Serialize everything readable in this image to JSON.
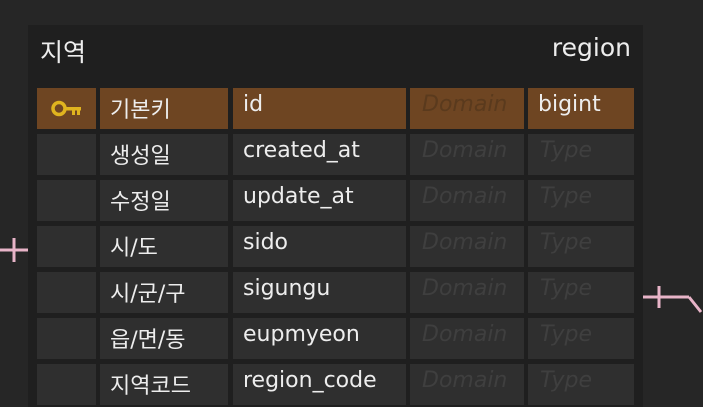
{
  "entity": {
    "logical_name": "지역",
    "physical_name": "region"
  },
  "columns": [
    {
      "logical": "기본키",
      "physical": "id",
      "domain": "Domain",
      "type": "bigint",
      "primary_key": true
    },
    {
      "logical": "생성일",
      "physical": "created_at",
      "domain": "Domain",
      "type": "Type",
      "primary_key": false
    },
    {
      "logical": "수정일",
      "physical": "update_at",
      "domain": "Domain",
      "type": "Type",
      "primary_key": false
    },
    {
      "logical": "시/도",
      "physical": "sido",
      "domain": "Domain",
      "type": "Type",
      "primary_key": false
    },
    {
      "logical": "시/군/구",
      "physical": "sigungu",
      "domain": "Domain",
      "type": "Type",
      "primary_key": false
    },
    {
      "logical": "읍/면/동",
      "physical": "eupmyeon",
      "domain": "Domain",
      "type": "Type",
      "primary_key": false
    },
    {
      "logical": "지역코드",
      "physical": "region_code",
      "domain": "Domain",
      "type": "Type",
      "primary_key": false
    }
  ],
  "colors": {
    "background": "#262626",
    "table_bg": "#1f1f1f",
    "cell_bg": "#2f2f2f",
    "pk_row_bg": "#6e4522",
    "key_icon": "#e0b41f",
    "connector": "#e8b4c8",
    "text": "#ededed",
    "placeholder_text": "#3f3f3f"
  },
  "icons": {
    "primary_key": "key-icon"
  }
}
